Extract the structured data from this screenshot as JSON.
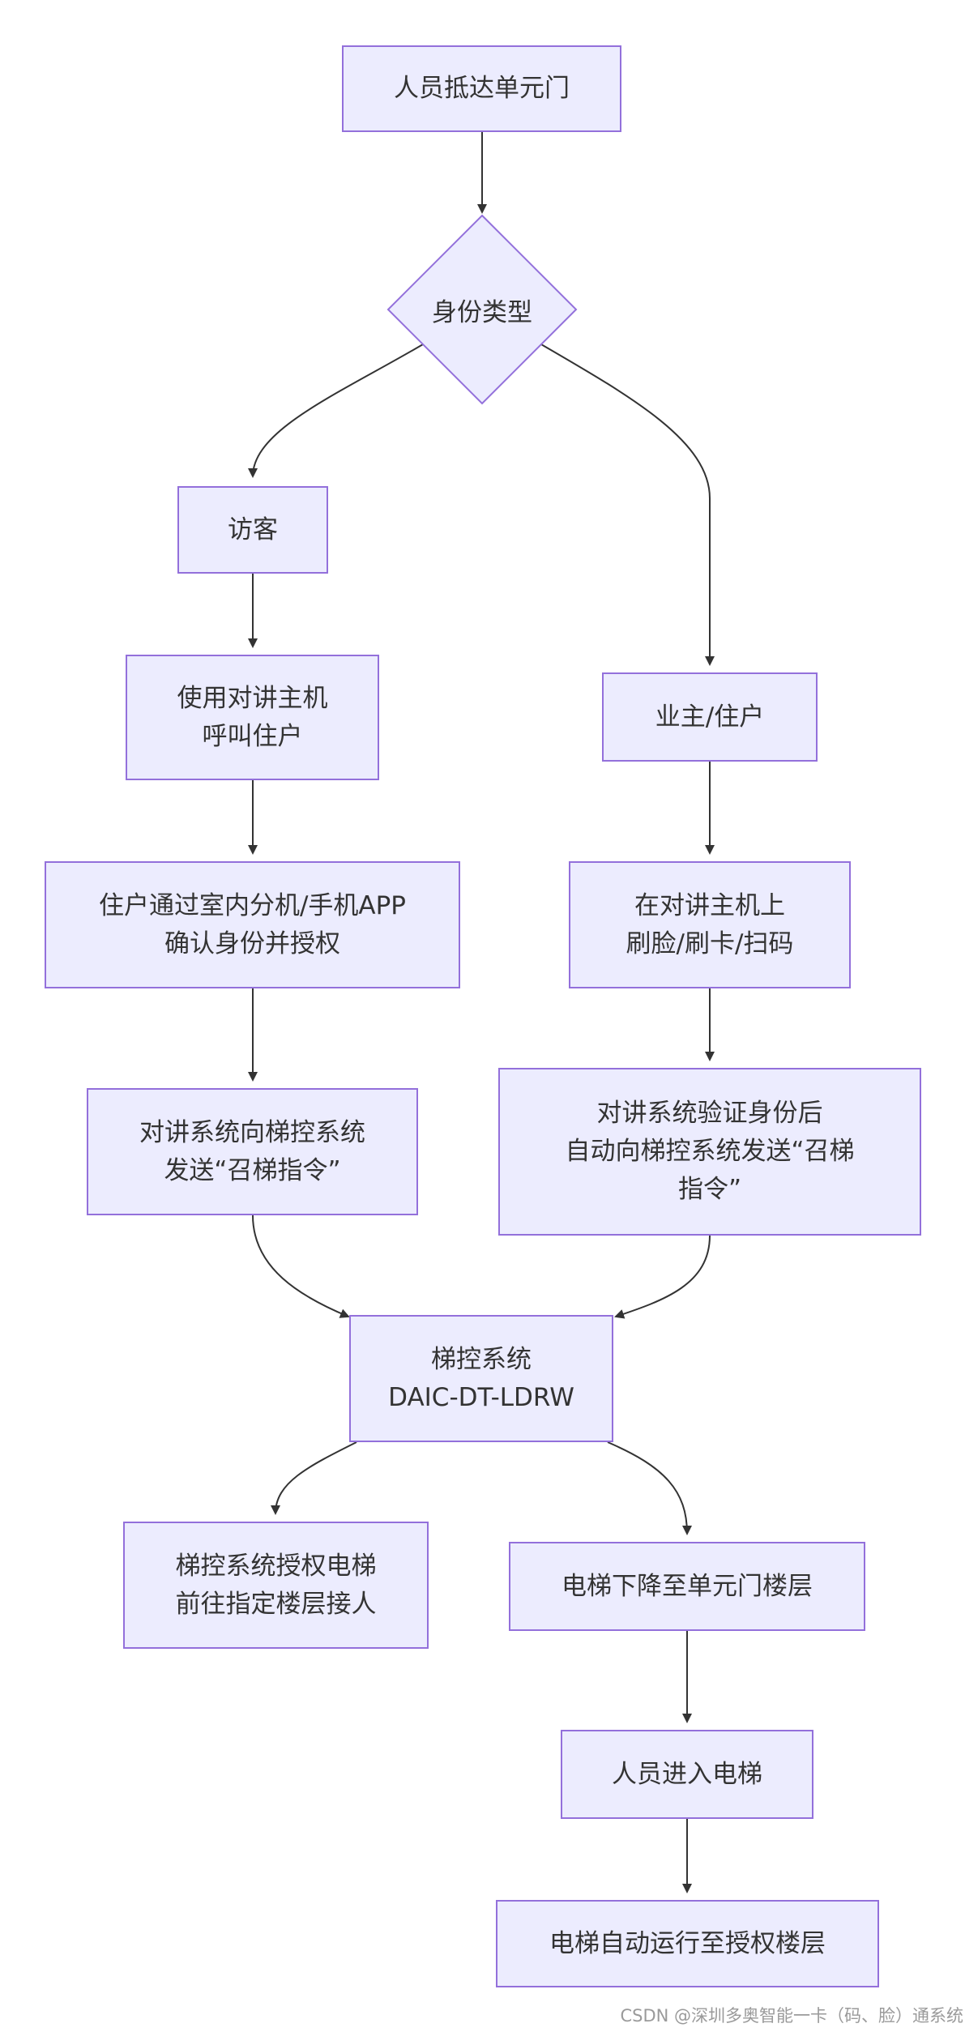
{
  "nodes": {
    "arrive": "人员抵达单元门",
    "identity_type": "身份类型",
    "visitor": "访客",
    "visitor_call": [
      "使用对讲主机",
      "呼叫住户"
    ],
    "resident_confirm": [
      "住户通过室内分机/手机APP",
      "确认身份并授权"
    ],
    "intercom_send_visitor": [
      "对讲系统向梯控系统",
      "发送“召梯指令”"
    ],
    "owner": "业主/住户",
    "owner_verify": [
      "在对讲主机上",
      "刷脸/刷卡/扫码"
    ],
    "intercom_auto_send": [
      "对讲系统验证身份后",
      "自动向梯控系统发送“召梯",
      "指令”"
    ],
    "elevator_control": [
      "梯控系统",
      "DAIC-DT-LDRW"
    ],
    "authorize_elevator": [
      "梯控系统授权电梯",
      "前往指定楼层接人"
    ],
    "elevator_descend": "电梯下降至单元门楼层",
    "enter_elevator": "人员进入电梯",
    "auto_run": "电梯自动运行至授权楼层"
  },
  "watermark": "CSDN @深圳多奥智能一卡（码、脸）通系统",
  "colors": {
    "node_fill": "#ececfe",
    "node_stroke": "#9370db",
    "edge": "#333333",
    "text": "#333333"
  }
}
